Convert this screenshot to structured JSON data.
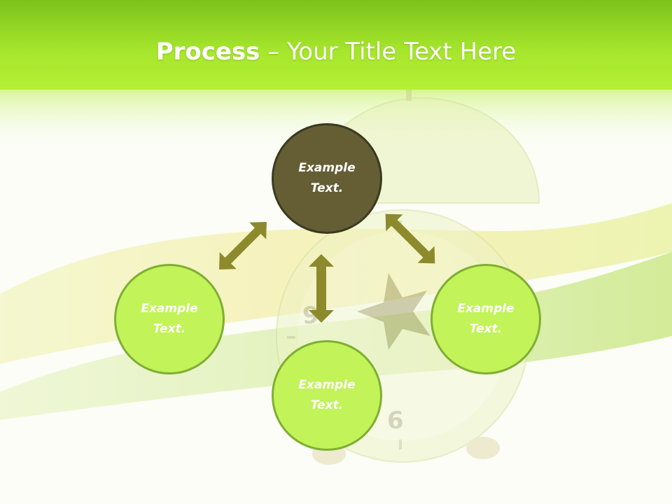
{
  "title": {
    "bold": "Process",
    "rest": " – Your Title Text Here"
  },
  "colors": {
    "header_green": "#9de02a",
    "hub_fill": "#655e35",
    "leaf_fill": "#c2f358",
    "leaf_border": "#7fae33",
    "arrow": "#8c8a2c"
  },
  "nodes": [
    {
      "id": "top",
      "label": "Example\nText.",
      "role": "hub"
    },
    {
      "id": "left",
      "label": "Example\nText.",
      "role": "leaf"
    },
    {
      "id": "bottom",
      "label": "Example\nText.",
      "role": "leaf"
    },
    {
      "id": "right",
      "label": "Example\nText.",
      "role": "leaf"
    }
  ],
  "background_image": "apple-alarm-clock"
}
